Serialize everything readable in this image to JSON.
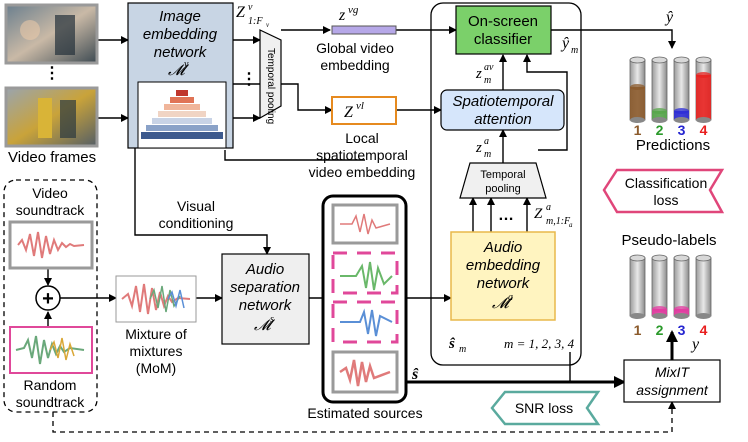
{
  "inputs": {
    "video_frames_label": "Video frames",
    "video_soundtrack_label": [
      "Video",
      "soundtrack"
    ],
    "random_soundtrack_label": [
      "Random",
      "soundtrack"
    ],
    "plus_symbol": "+"
  },
  "image_network": {
    "title": [
      "Image",
      "embedding",
      "network"
    ],
    "symbol": "𝓜",
    "symbol_sup": "v"
  },
  "temporal_pooling_video": "Temporal pooling",
  "z_frames": {
    "base": "Z",
    "sup": "v",
    "sub": "1:F",
    "subsub": "v"
  },
  "global_embedding": {
    "symbol": "z",
    "sup": "vg",
    "label": [
      "Global video",
      "embedding"
    ]
  },
  "local_embedding": {
    "symbol": "Z",
    "sup": "vl",
    "label": [
      "Local",
      "spatiotemporal",
      "video embedding"
    ]
  },
  "visual_conditioning": [
    "Visual",
    "conditioning"
  ],
  "mixture": {
    "label": [
      "Mixture of",
      "mixtures",
      "(MoM)"
    ]
  },
  "separation_network": {
    "title": [
      "Audio",
      "separation",
      "network"
    ],
    "symbol": "𝓜",
    "sup": "s"
  },
  "estimated_sources": {
    "label": "Estimated sources",
    "s_hat": "ŝ"
  },
  "classifier": {
    "title": [
      "On-screen",
      "classifier"
    ]
  },
  "attention": {
    "title": [
      "Spatiotemporal",
      "attention"
    ]
  },
  "z_av": {
    "base": "z",
    "sup": "av",
    "sub": "m"
  },
  "z_a": {
    "base": "z",
    "sup": "a",
    "sub": "m"
  },
  "temporal_pooling_audio": [
    "Temporal",
    "pooling"
  ],
  "z_audio_frames": {
    "base": "Z",
    "sup": "a",
    "sub": "m,1:F",
    "subsub": "a"
  },
  "audio_network": {
    "title": [
      "Audio",
      "embedding",
      "network"
    ],
    "symbol": "𝓜",
    "sup": "a"
  },
  "s_hat_m": {
    "base": "ŝ",
    "sub": "m"
  },
  "m_range": "m = 1, 2, 3, 4",
  "y_hat_m": {
    "base": "ŷ",
    "sub": "m"
  },
  "y_hat": "ŷ",
  "y": "y",
  "predictions": {
    "label": "Predictions",
    "indices": [
      "1",
      "2",
      "3",
      "4"
    ],
    "fill_fraction": [
      0.55,
      0.15,
      0.15,
      0.75
    ],
    "colors": [
      "#8b5a2b",
      "#57a64a",
      "#2c2cd6",
      "#e8211f"
    ]
  },
  "pseudo_labels": {
    "label": "Pseudo-labels",
    "indices": [
      "1",
      "2",
      "3",
      "4"
    ],
    "fill_fraction": [
      0.0,
      0.12,
      0.12,
      0.0
    ],
    "fill_color": "#e33aa0"
  },
  "classification_loss": [
    "Classification",
    "loss"
  ],
  "snr_loss": "SNR loss",
  "mixit": {
    "title": [
      "MixIT",
      "assignment"
    ]
  },
  "colors": {
    "image_net_fill": "#c8d5e4",
    "classifier_fill": "#7bd06a",
    "attention_fill": "#d6e6fb",
    "audio_net_fill": "#fff4c0",
    "audio_net_border": "#e8b84a",
    "local_emb_border": "#e68a1f",
    "global_emb_fill": "#b6a8e8",
    "separation_fill": "#efefef",
    "classification_loss_border": "#e0467a",
    "snr_loss_border": "#5aaa9e",
    "mixture_border": "#e0489a",
    "dashed_border": "#e0307a",
    "index_colors": [
      "#8b5a2b",
      "#2a9a2a",
      "#2424d0",
      "#e81e1e"
    ]
  }
}
